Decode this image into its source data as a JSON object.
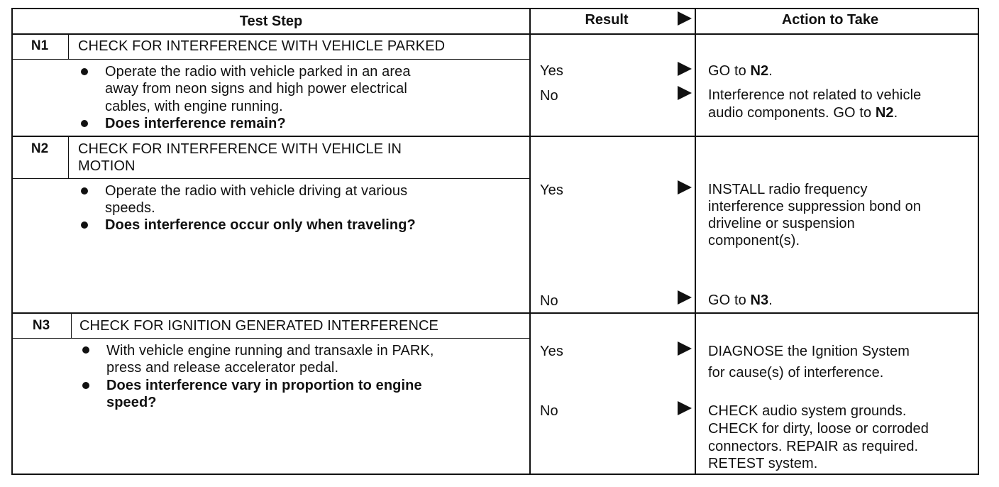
{
  "header": {
    "test_step": "Test Step",
    "result": "Result",
    "action": "Action to Take"
  },
  "steps": [
    {
      "id": "N1",
      "title": [
        "CHECK FOR INTERFERENCE WITH VEHICLE PARKED"
      ],
      "instructions": [
        [
          "Operate the radio with vehicle parked in an area",
          "away from neon signs and high power electrical",
          "cables, with engine running."
        ]
      ],
      "question": [
        "Does interference remain?"
      ],
      "results": [
        {
          "result": "Yes",
          "action": [
            "GO to ",
            "N2",
            "."
          ]
        },
        {
          "result": "No",
          "action_lines": [
            "Interference not related to vehicle",
            "audio components. GO to "
          ],
          "action_ref": "N2",
          "action_end": "."
        }
      ]
    },
    {
      "id": "N2",
      "title": [
        "CHECK FOR INTERFERENCE WITH VEHICLE IN",
        "MOTION"
      ],
      "instructions": [
        [
          "Operate the radio with vehicle driving at various",
          "speeds."
        ]
      ],
      "question": [
        "Does interference occur only when traveling?"
      ],
      "results": [
        {
          "result": "Yes",
          "action_lines": [
            "INSTALL radio frequency",
            "interference suppression bond on",
            "driveline or suspension",
            "component(s)."
          ]
        },
        {
          "result": "No",
          "action": [
            "GO to ",
            "N3",
            "."
          ]
        }
      ]
    },
    {
      "id": "N3",
      "title": [
        "CHECK FOR IGNITION GENERATED INTERFERENCE"
      ],
      "instructions": [
        [
          "With vehicle engine running and transaxle in PARK,",
          "press and release accelerator pedal."
        ]
      ],
      "question": [
        "Does interference vary in proportion to engine",
        "speed?"
      ],
      "results": [
        {
          "result": "Yes",
          "action_lines": [
            "DIAGNOSE the Ignition System",
            "for cause(s) of interference."
          ]
        },
        {
          "result": "No",
          "action_lines": [
            "CHECK audio system grounds.",
            "CHECK for dirty, loose or corroded",
            "connectors. REPAIR as required.",
            "RETEST system."
          ]
        }
      ]
    }
  ]
}
